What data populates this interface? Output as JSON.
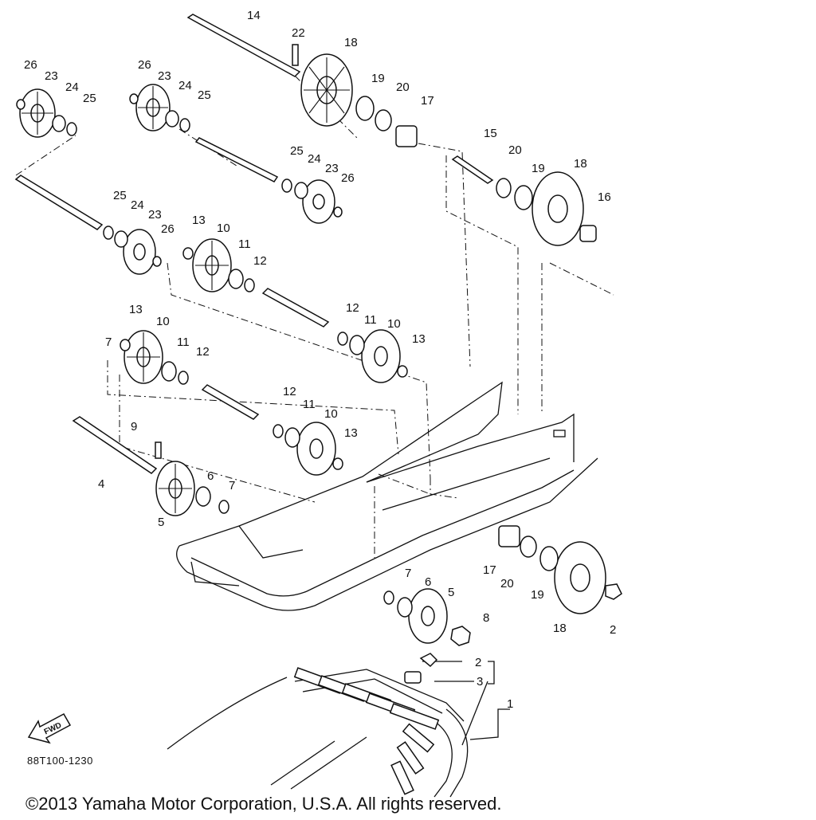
{
  "diagram": {
    "part_code": "88T100-1230",
    "copyright": "©2013 Yamaha Motor Corporation, U.S.A. All rights reserved.",
    "fwd_label": "FWD",
    "callouts": {
      "c1": "1",
      "c2a": "2",
      "c2b": "2",
      "c3": "3",
      "c4": "4",
      "c5a": "5",
      "c5b": "5",
      "c6a": "6",
      "c6b": "6",
      "c7a": "7",
      "c7b": "7",
      "c7c": "7",
      "c8": "8",
      "c9": "9",
      "c10a": "10",
      "c10b": "10",
      "c10c": "10",
      "c10d": "10",
      "c11a": "11",
      "c11b": "11",
      "c11c": "11",
      "c11d": "11",
      "c12a": "12",
      "c12b": "12",
      "c12c": "12",
      "c12d": "12",
      "c13a": "13",
      "c13b": "13",
      "c13c": "13",
      "c13d": "13",
      "c14": "14",
      "c15": "15",
      "c16": "16",
      "c17a": "17",
      "c17b": "17",
      "c18a": "18",
      "c18b": "18",
      "c18c": "18",
      "c19a": "19",
      "c19b": "19",
      "c19c": "19",
      "c20a": "20",
      "c20b": "20",
      "c20c": "20",
      "c22": "22",
      "c23a": "23",
      "c23b": "23",
      "c23c": "23",
      "c23d": "23",
      "c24a": "24",
      "c24b": "24",
      "c24c": "24",
      "c24d": "24",
      "c25a": "25",
      "c25b": "25",
      "c25c": "25",
      "c25d": "25",
      "c26a": "26",
      "c26b": "26",
      "c26c": "26",
      "c26d": "26"
    }
  }
}
